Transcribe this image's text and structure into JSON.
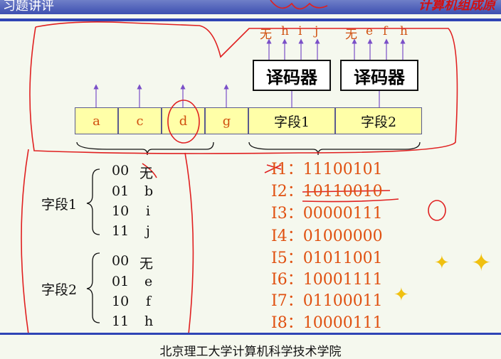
{
  "header": {
    "title": "习题讲评",
    "title_right": "计算机组成原"
  },
  "fields": [
    "a",
    "c",
    "d",
    "g",
    "字段1",
    "字段2"
  ],
  "decoders": [
    "译码器",
    "译码器"
  ],
  "decoder_outputs": [
    {
      "none": "无",
      "labels": [
        "h",
        "i",
        "j"
      ]
    },
    {
      "none": "无",
      "labels": [
        "e",
        "f",
        "h"
      ]
    }
  ],
  "field1": {
    "label": "字段1",
    "codes": [
      {
        "code": "00",
        "val": "无"
      },
      {
        "code": "01",
        "val": "b"
      },
      {
        "code": "10",
        "val": "i"
      },
      {
        "code": "11",
        "val": "j"
      }
    ]
  },
  "field2": {
    "label": "字段2",
    "codes": [
      {
        "code": "00",
        "val": "无"
      },
      {
        "code": "01",
        "val": "e"
      },
      {
        "code": "10",
        "val": "f"
      },
      {
        "code": "11",
        "val": "h"
      }
    ]
  },
  "instructions": [
    {
      "name": "I1",
      "code": "11100101"
    },
    {
      "name": "I2",
      "code": "10110010"
    },
    {
      "name": "I3",
      "code": "00000111"
    },
    {
      "name": "I4",
      "code": "01000000"
    },
    {
      "name": "I5",
      "code": "01011001"
    },
    {
      "name": "I6",
      "code": "10001111"
    },
    {
      "name": "I7",
      "code": "01100011"
    },
    {
      "name": "I8",
      "code": "10000111"
    }
  ],
  "separator": "：",
  "footer": "北京理工大学计算机科学技术学院"
}
